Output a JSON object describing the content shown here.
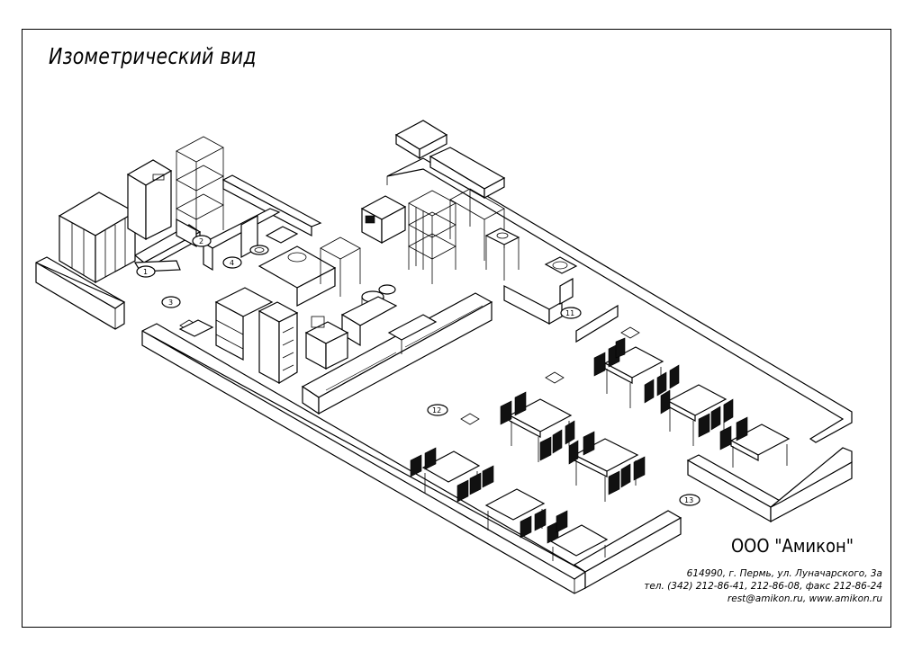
{
  "sheet": {
    "title": "Изометрический вид",
    "company": "ООО \"Амикон\"",
    "address_line": "614990, г. Пермь, ул. Луначарского, 3а",
    "phone_line": "тел. (342) 212-86-41, 212-86-08, факс 212-86-24",
    "contact_line": "rest@amikon.ru, www.amikon.ru"
  },
  "markers": {
    "m1": "1",
    "m2": "2",
    "m3": "3",
    "m4": "4",
    "m11": "11",
    "m12": "12",
    "m13": "13"
  }
}
